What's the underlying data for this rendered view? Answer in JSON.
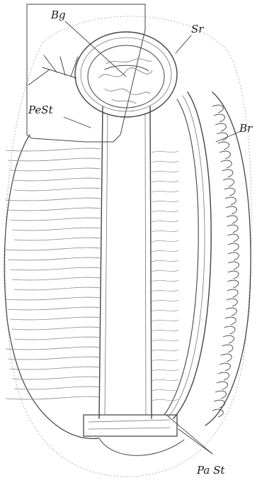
{
  "figure": {
    "labels": {
      "bg": "Bg",
      "sr": "Sr",
      "pest": "PeSt",
      "br": "Br",
      "past": "Pa St"
    }
  }
}
